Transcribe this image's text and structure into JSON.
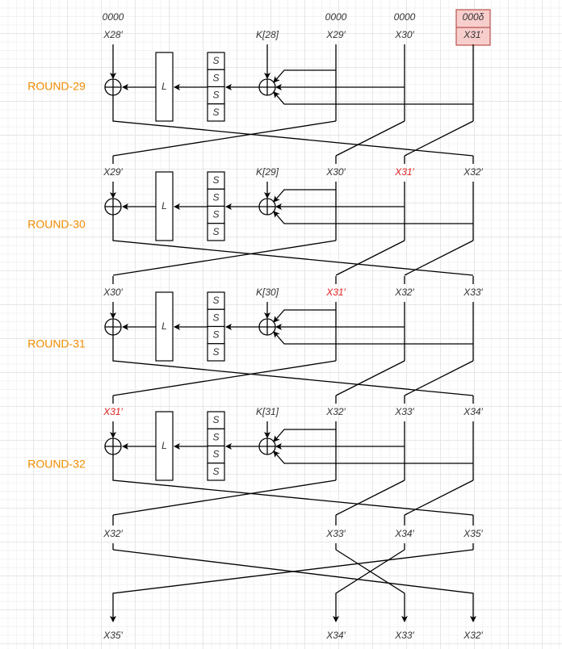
{
  "top_values": [
    "0000",
    "0000",
    "0000",
    "000δ"
  ],
  "top_labels": [
    "X28′",
    "X29′",
    "X30′",
    "X31′"
  ],
  "highlight_color": "#f8cecc",
  "highlight_border": "#b85450",
  "round_color": "#f08c00",
  "rounds": [
    {
      "name": "ROUND-29",
      "key": "K[28]",
      "inputs": [
        "X28′",
        "X29′",
        "X30′",
        "X31′"
      ],
      "red_index": -1
    },
    {
      "name": "ROUND-30",
      "key": "K[29]",
      "inputs": [
        "X29′",
        "X30′",
        "X31′",
        "X32′"
      ],
      "red_index": 2
    },
    {
      "name": "ROUND-31",
      "key": "K[30]",
      "inputs": [
        "X30′",
        "X31′",
        "X32′",
        "X33′"
      ],
      "red_index": 1
    },
    {
      "name": "ROUND-32",
      "key": "K[31]",
      "inputs": [
        "X31′",
        "X32′",
        "X33′",
        "X34′"
      ],
      "red_index": 0
    }
  ],
  "l_label": "L",
  "s_label": "S",
  "after_rounds": [
    "X32′",
    "X33′",
    "X34′",
    "X35′"
  ],
  "outputs": [
    "X35′",
    "X34′",
    "X33′",
    "X32′"
  ]
}
